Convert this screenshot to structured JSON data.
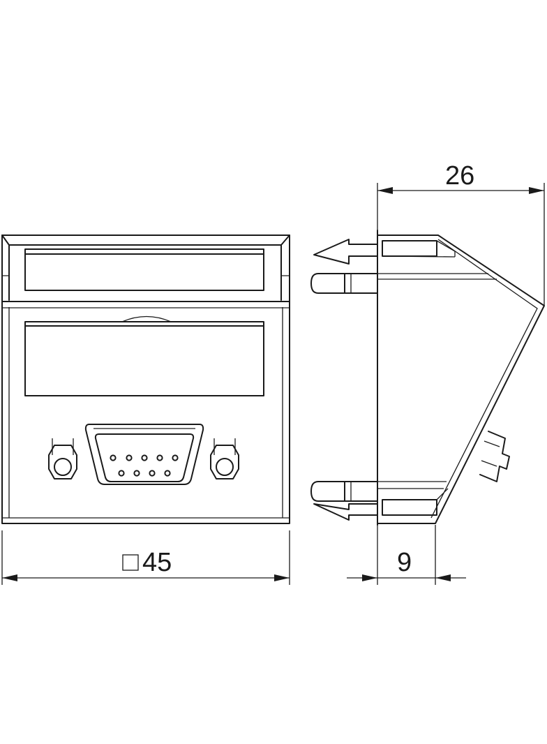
{
  "dimensions": {
    "width_label": "45",
    "width_symbol": "square",
    "depth_label": "26",
    "offset_label": "9"
  },
  "colors": {
    "line": "#1a1a1a",
    "background": "#ffffff"
  },
  "views": [
    "front-view",
    "side-view"
  ],
  "connector": {
    "type": "D-sub 9 female",
    "pins_top_row": 5,
    "pins_bottom_row": 4
  }
}
